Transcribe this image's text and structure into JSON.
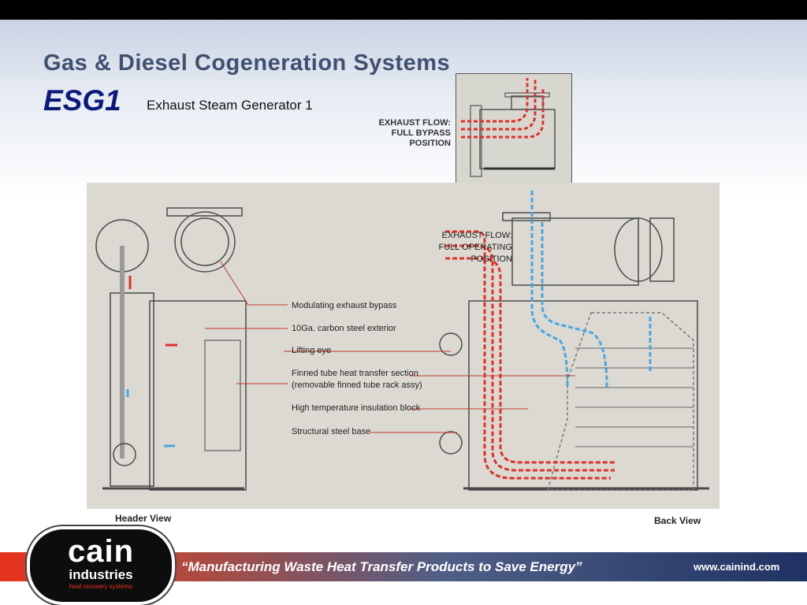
{
  "header": {
    "title": "Gas & Diesel Cogeneration Systems",
    "model": "ESG1",
    "subtitle": "Exhaust Steam Generator 1"
  },
  "inset": {
    "label_lines": [
      "EXHAUST FLOW:",
      "FULL BYPASS",
      "POSITION"
    ]
  },
  "diagram": {
    "exhaust_label_lines": [
      "EXHAUST FLOW:",
      "FULL OPERATING",
      "POSITION"
    ],
    "callouts": [
      "Modulating exhaust bypass",
      "10Ga. carbon steel exterior",
      "Lifting eye",
      "Finned tube heat transfer section",
      "(removable finned tube rack assy)",
      "High temperature insulation block",
      "Structural steel base"
    ],
    "header_view_label": "Header View",
    "back_view_label": "Back View"
  },
  "footer": {
    "tagline": "“Manufacturing Waste Heat Transfer Products to Save Energy”",
    "url": "www.cainind.com",
    "logo_main": "cain",
    "logo_sub": "industries",
    "logo_tag": "heat recovery systems"
  },
  "colors": {
    "hot_flow": "#e0312b",
    "cool_flow": "#49a7e0",
    "title": "#3f5070",
    "model": "#0b1a7a"
  }
}
